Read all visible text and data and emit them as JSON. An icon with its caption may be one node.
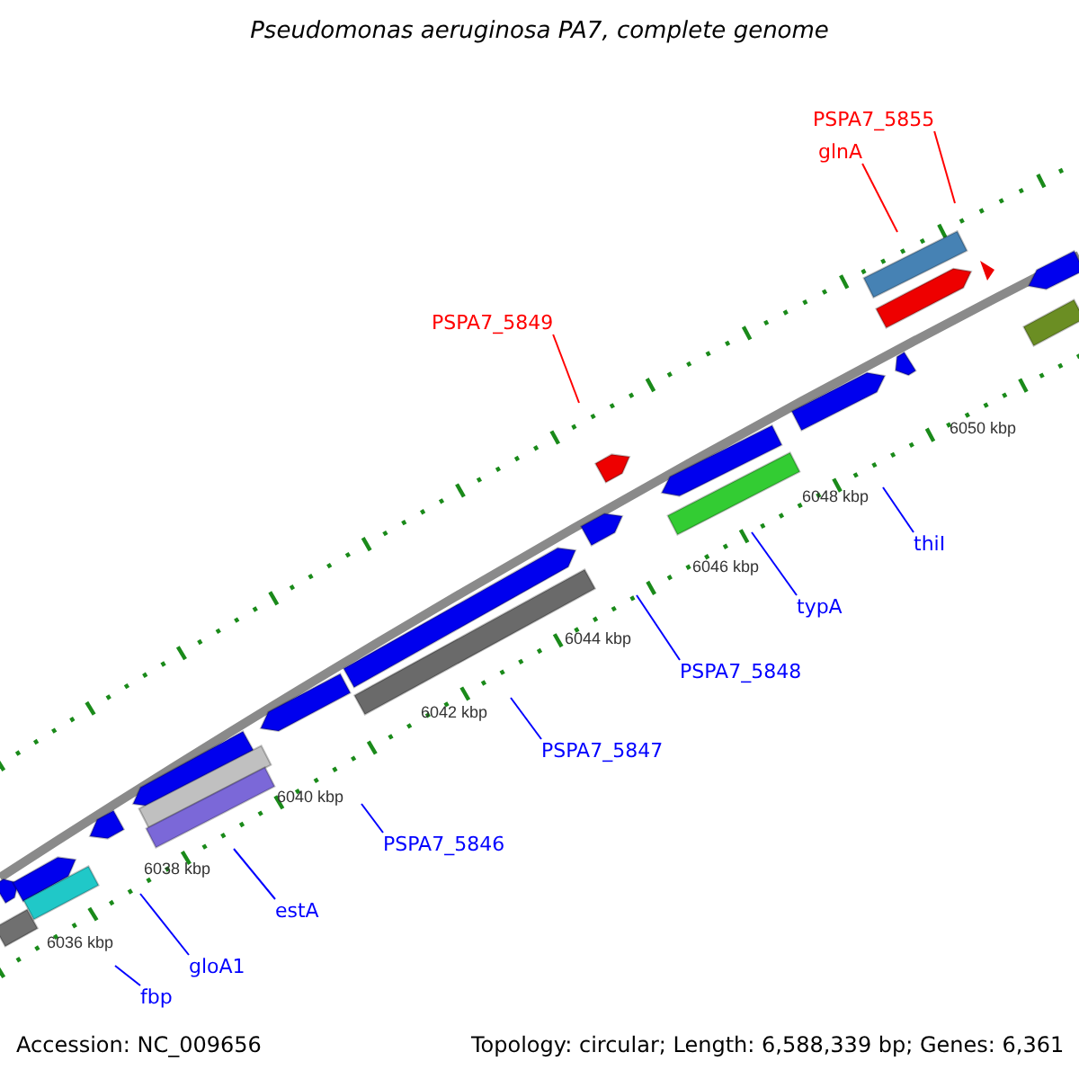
{
  "diagram": {
    "title": "Pseudomonas aeruginosa PA7, complete genome",
    "nodes": [
      {
        "text": [
          "PSPA7_5855"
        ]
      },
      {
        "text": [
          "glnA"
        ]
      },
      {
        "text": [
          "PSPA7_5849"
        ]
      },
      {
        "text": [
          "thiI"
        ]
      },
      {
        "text": [
          "typA"
        ]
      },
      {
        "text": [
          "PSPA7_5848"
        ]
      },
      {
        "text": [
          "PSPA7_5847"
        ]
      },
      {
        "text": [
          "PSPA7_5846"
        ]
      },
      {
        "text": [
          "estA"
        ]
      },
      {
        "text": [
          "gloA1"
        ]
      },
      {
        "text": [
          "fbp"
        ]
      }
    ],
    "edges": [
      {
        "from": 0,
        "to": null,
        "arrow": "none",
        "color": "#ff0000"
      },
      {
        "from": 1,
        "to": null,
        "arrow": "none",
        "color": "#ff0000"
      },
      {
        "from": 2,
        "to": null,
        "arrow": "none",
        "color": "#ff0000"
      },
      {
        "from": 3,
        "to": null,
        "arrow": "none"
      },
      {
        "from": 4,
        "to": null,
        "arrow": "none"
      },
      {
        "from": 5,
        "to": null,
        "arrow": "none"
      },
      {
        "from": 6,
        "to": null,
        "arrow": "none"
      },
      {
        "from": 7,
        "to": null,
        "arrow": "none"
      },
      {
        "from": 8,
        "to": null,
        "arrow": "none"
      },
      {
        "from": 9,
        "to": null,
        "arrow": "none"
      },
      {
        "from": 10,
        "to": null,
        "arrow": "none"
      }
    ],
    "labels": [
      "6050 kbp",
      "6048 kbp",
      "6046 kbp",
      "6044 kbp",
      "6042 kbp",
      "6040 kbp",
      "6038 kbp",
      "6036 kbp",
      "Accession: NC_009656",
      "Topology: circular; Length: 6,588,339 bp; Genes: 6,361"
    ]
  }
}
